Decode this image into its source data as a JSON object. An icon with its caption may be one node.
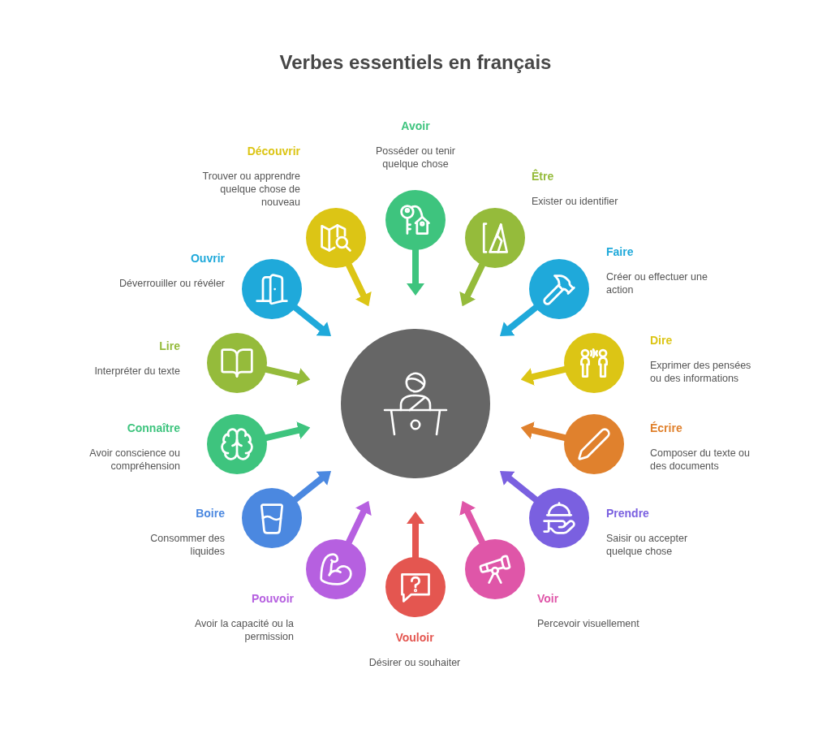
{
  "diagram": {
    "title": "Verbes essentiels en français",
    "nodes": [
      {
        "text": [],
        "shape": "circle"
      },
      {
        "text": [
          "Avoir",
          "Posséder ou tenir quelque chose"
        ]
      },
      {
        "text": [
          "Être",
          "Exister ou identifier"
        ]
      },
      {
        "text": [
          "Faire",
          "Créer ou effectuer une action"
        ]
      },
      {
        "text": [
          "Dire",
          "Exprimer des pensées ou des informations"
        ]
      },
      {
        "text": [
          "Écrire",
          "Composer du texte ou des documents"
        ]
      },
      {
        "text": [
          "Prendre",
          "Saisir ou accepter quelque chose"
        ]
      },
      {
        "text": [
          "Voir",
          "Percevoir visuellement"
        ]
      },
      {
        "text": [
          "Vouloir",
          "Désirer ou souhaiter"
        ]
      },
      {
        "text": [
          "Pouvoir",
          "Avoir la capacité ou la permission"
        ]
      },
      {
        "text": [
          "Boire",
          "Consommer des liquides"
        ]
      },
      {
        "text": [
          "Connaître",
          "Avoir conscience ou compréhension"
        ]
      },
      {
        "text": [
          "Lire",
          "Interpréter du texte"
        ]
      },
      {
        "text": [
          "Ouvrir",
          "Déverrouiller ou révéler"
        ]
      },
      {
        "text": [
          "Découvrir",
          "Trouver ou apprendre quelque chose de nouveau"
        ]
      }
    ],
    "edges": [
      {
        "from": 1,
        "to": 0,
        "arrow": "to",
        "color": "#3ec47e"
      },
      {
        "from": 2,
        "to": 0,
        "arrow": "to",
        "color": "#95bb3b"
      },
      {
        "from": 3,
        "to": 0,
        "arrow": "to",
        "color": "#1fa9da"
      },
      {
        "from": 4,
        "to": 0,
        "arrow": "to",
        "color": "#dcc515"
      },
      {
        "from": 5,
        "to": 0,
        "arrow": "to",
        "color": "#e0812d"
      },
      {
        "from": 6,
        "to": 0,
        "arrow": "to",
        "color": "#7a60e0"
      },
      {
        "from": 7,
        "to": 0,
        "arrow": "to",
        "color": "#df56a8"
      },
      {
        "from": 8,
        "to": 0,
        "arrow": "to",
        "color": "#e45650"
      },
      {
        "from": 9,
        "to": 0,
        "arrow": "to",
        "color": "#b660e0"
      },
      {
        "from": 10,
        "to": 0,
        "arrow": "to",
        "color": "#4b88e0"
      },
      {
        "from": 11,
        "to": 0,
        "arrow": "to",
        "color": "#3ec47e"
      },
      {
        "from": 12,
        "to": 0,
        "arrow": "to",
        "color": "#95bb3b"
      },
      {
        "from": 13,
        "to": 0,
        "arrow": "to",
        "color": "#1fa9da"
      },
      {
        "from": 14,
        "to": 0,
        "arrow": "to",
        "color": "#dcc515"
      }
    ]
  }
}
